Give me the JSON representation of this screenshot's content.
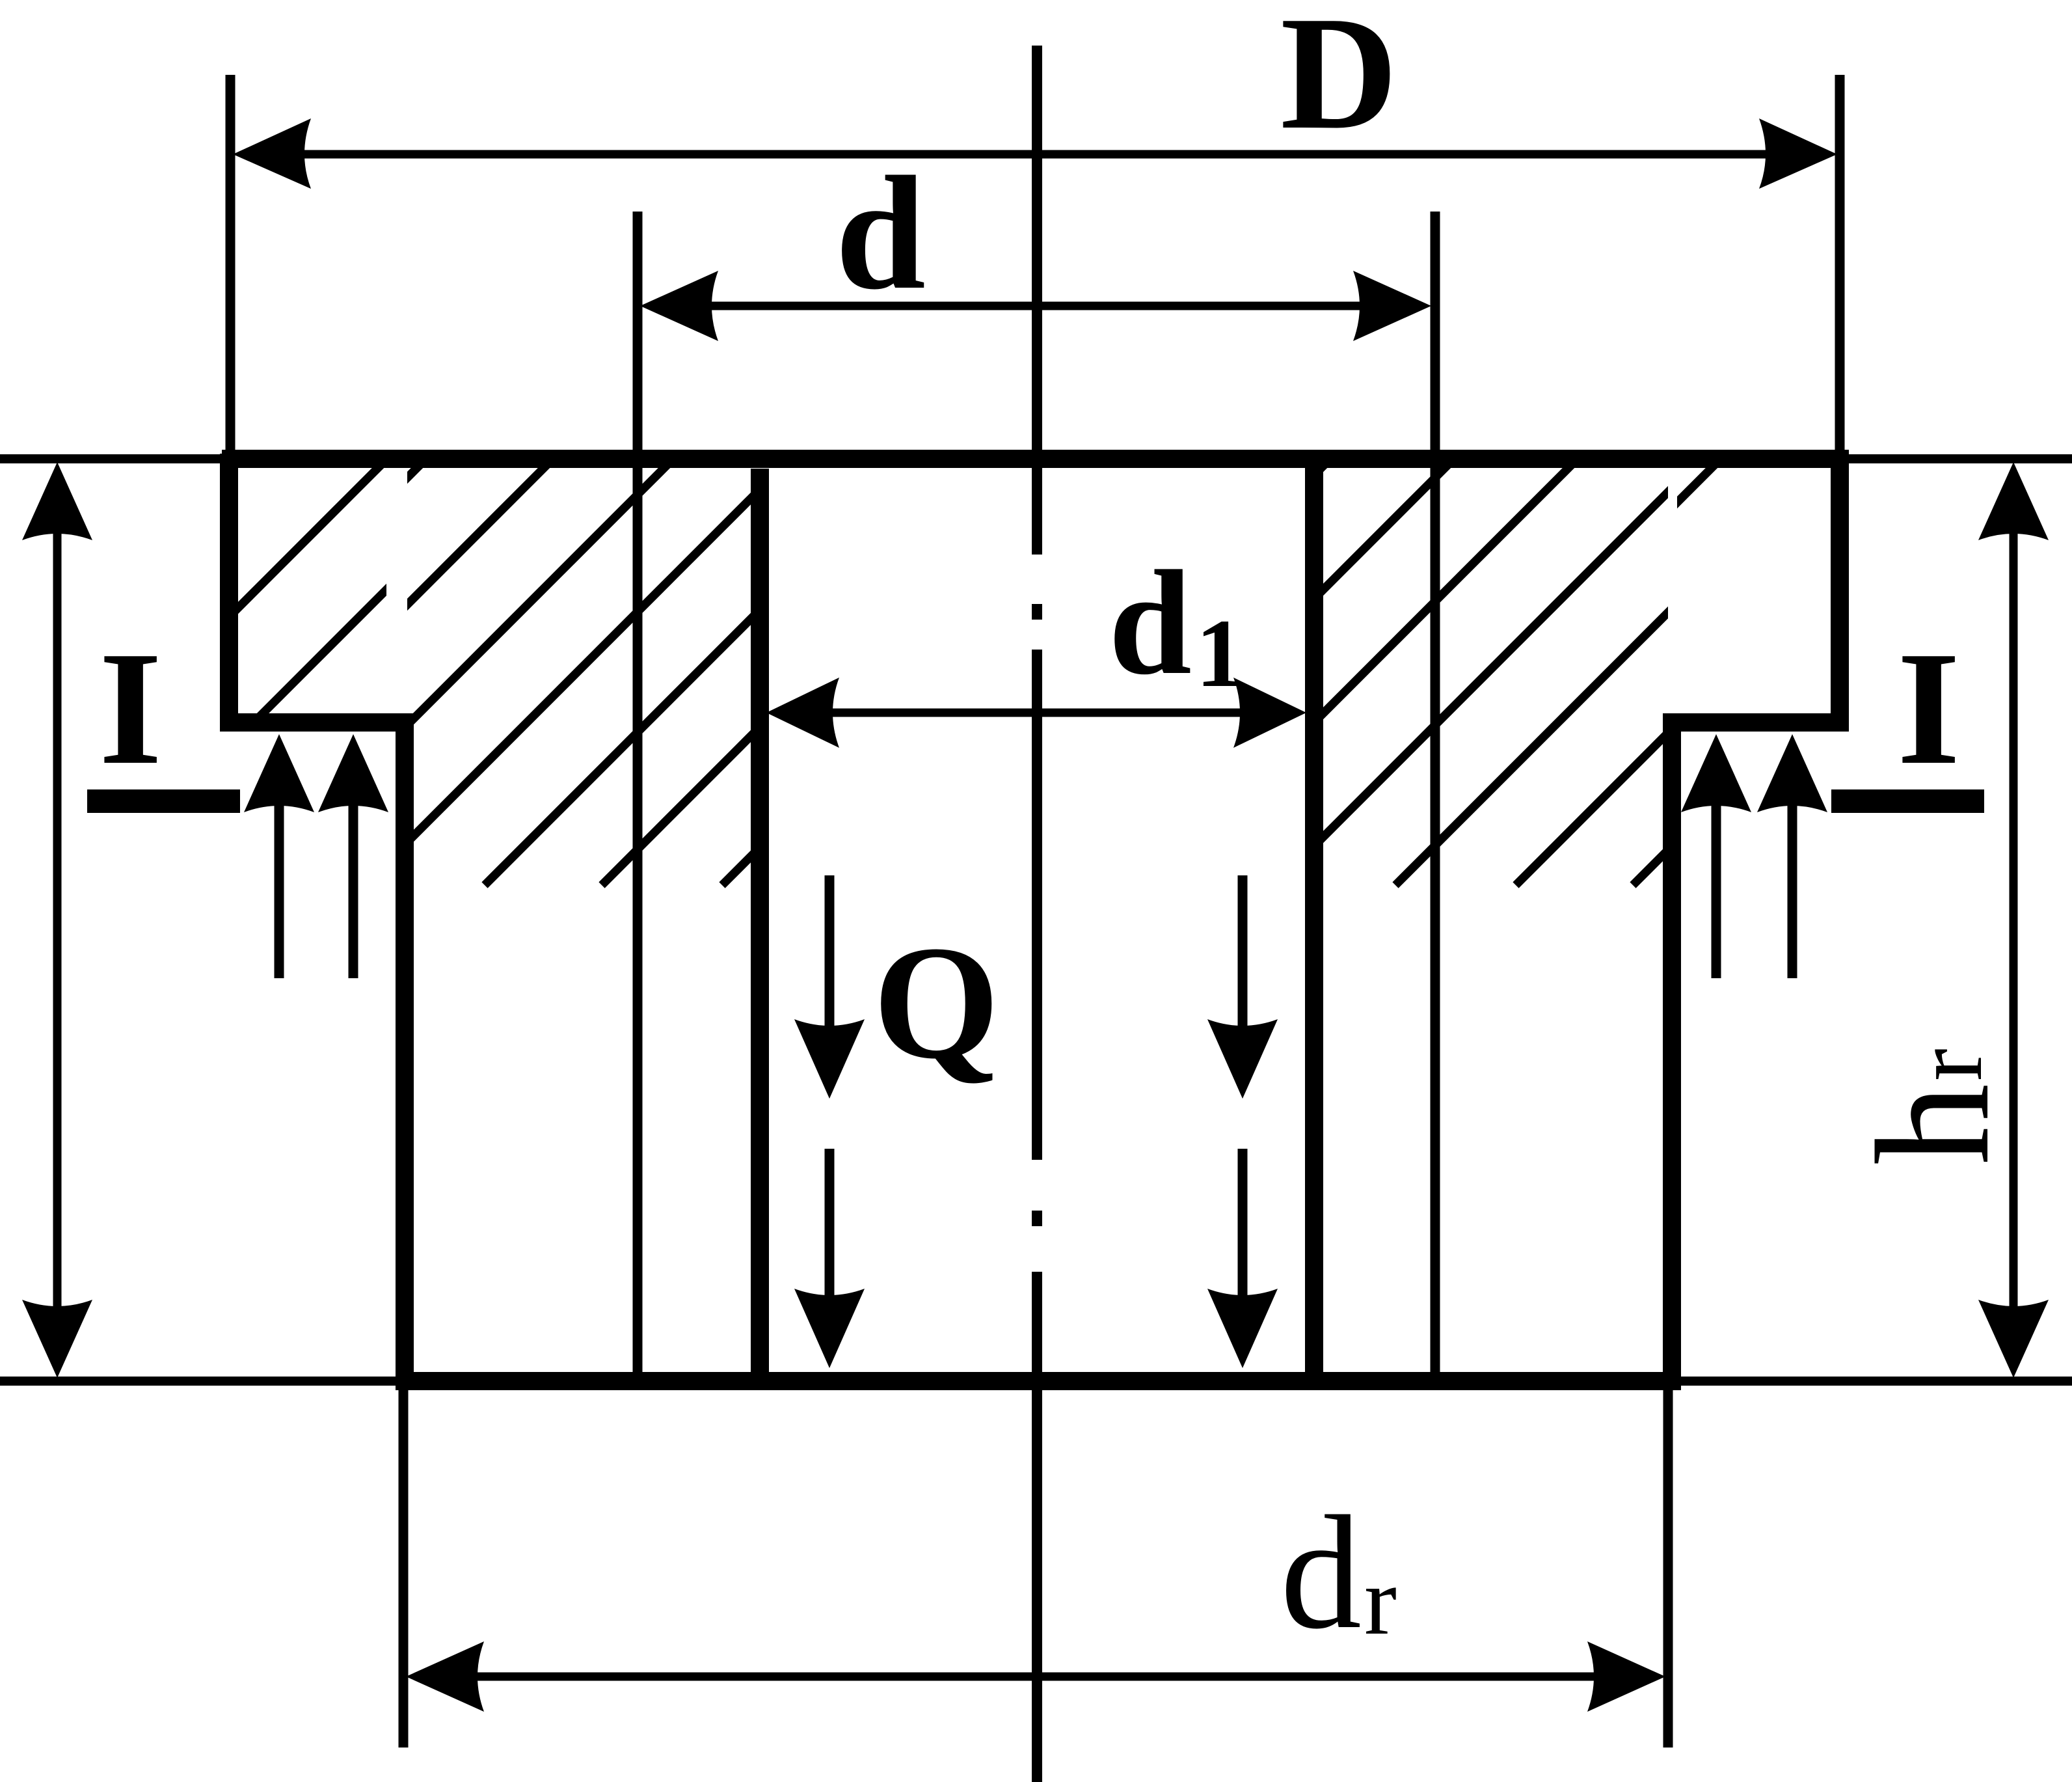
{
  "labels": {
    "D": "D",
    "d": "d",
    "d1_main": "d",
    "d1_sub": "1",
    "Q": "Q",
    "I_left": "I",
    "I_right": "I",
    "dr_main": "d",
    "dr_sub": "r",
    "hr_main": "h",
    "hr_sub": "r"
  }
}
